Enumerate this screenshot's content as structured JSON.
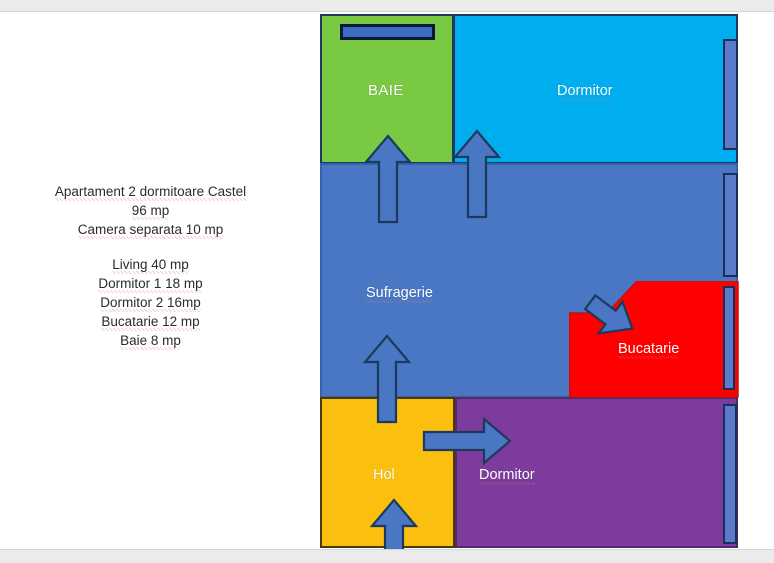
{
  "legend": {
    "line1": "Apartament 2 dormitoare Castel",
    "line2": "96 mp",
    "line3": "Camera separata 10 mp",
    "line4": "Living 40 mp",
    "line5": "Dormitor 1 18 mp",
    "line6": "Dormitor 2  16mp",
    "line7": "Bucatarie 12 mp",
    "line8": "Baie 8 mp"
  },
  "rooms": {
    "baie": {
      "label": "BAIE",
      "color": "#7ac943"
    },
    "dormitor_1": {
      "label": "Dormitor",
      "color": "#00aeef"
    },
    "sufragerie": {
      "label": "Sufragerie",
      "color": "#4a77c4"
    },
    "bucatarie": {
      "label": "Bucatarie",
      "color": "#ff0000"
    },
    "hol": {
      "label": "Hol",
      "color": "#fbbf10"
    },
    "dormitor_2": {
      "label": "Dormitor",
      "color": "#7d3c9d"
    }
  },
  "elements": {
    "bathroom_fixture": "bathroom-fixture",
    "window_fill": "#5b7ac9",
    "window_stroke": "#16305a",
    "arrow_fill": "#4a77c4",
    "arrow_stroke": "#1b3a5c",
    "wall_stroke": "#1b3a5c"
  }
}
